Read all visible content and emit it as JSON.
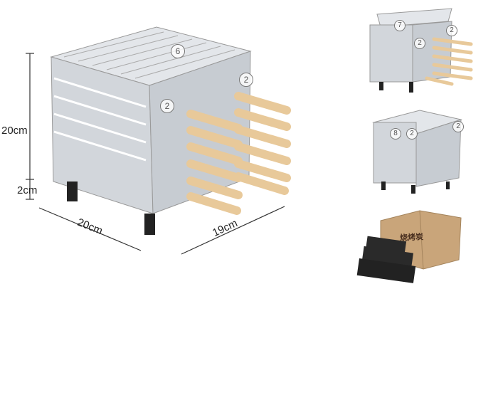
{
  "dimensions": {
    "height": "20cm",
    "leg_height": "2cm",
    "width": "20cm",
    "depth": "19cm"
  },
  "main_grill_labels": [
    "6",
    "2",
    "2"
  ],
  "view_top_labels": [
    "7",
    "2",
    "2"
  ],
  "view_middle_labels": [
    "8",
    "2",
    "2"
  ],
  "charcoal_box_logo_text": "烧烤炭",
  "colors": {
    "steel": "#d9dce0",
    "wood": "#e8c99a",
    "charcoal": "#2a2a2a",
    "cardboard": "#c9a57a"
  }
}
